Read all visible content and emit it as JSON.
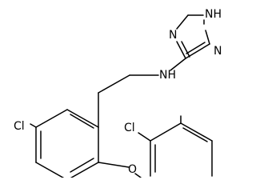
{
  "molecule": {
    "atoms": {
      "cl_ring": "Cl",
      "cl_benzyl": "Cl",
      "ether_o": "O",
      "amine_nh": "NH",
      "triazole_n4": "N",
      "triazole_n2": "N",
      "triazole_n1h": "NH"
    }
  }
}
